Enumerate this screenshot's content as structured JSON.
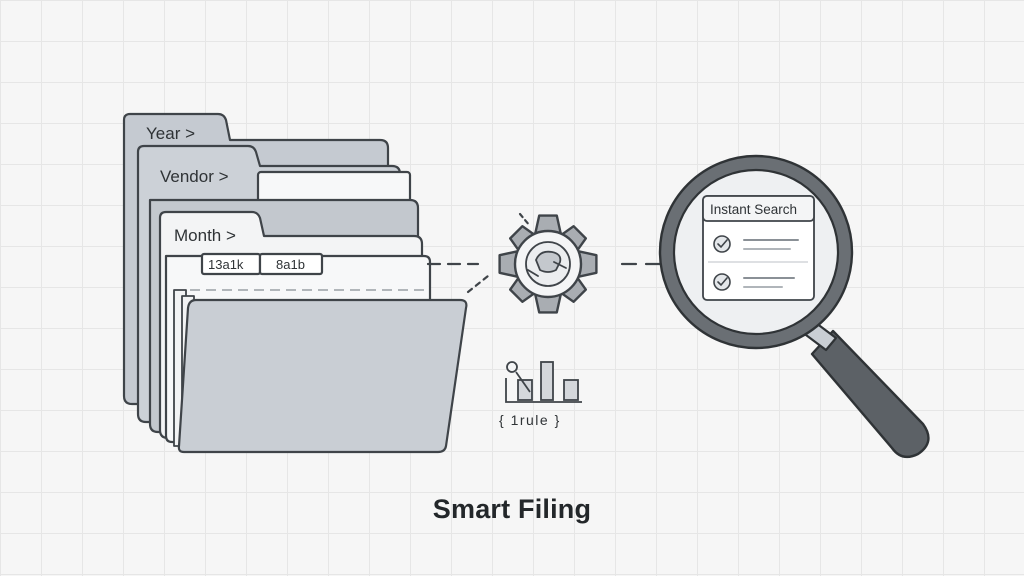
{
  "folders": {
    "year_label": "Year >",
    "vendor_label": "Vendor >",
    "month_label": "Month >",
    "tab_left": "13a1k",
    "tab_right": "8a1b"
  },
  "rules": {
    "label": "{ 1rule }"
  },
  "search": {
    "title": "Instant Search"
  },
  "caption": "Smart Filing",
  "colors": {
    "outline": "#3f4449",
    "folder_fill": "#c9ced4",
    "paper": "#f7f8f9",
    "gear_fill": "#a9adb2",
    "accent": "#5f6368",
    "background": "#f6f6f6"
  }
}
